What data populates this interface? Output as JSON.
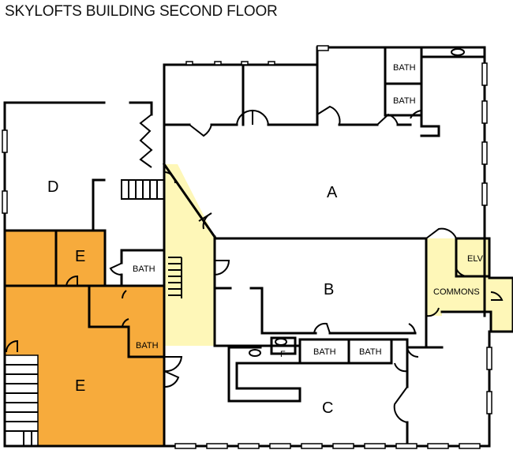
{
  "title": "SKYLOFTS BUILDING SECOND FLOOR",
  "rooms": {
    "a": "A",
    "b": "B",
    "c": "C",
    "d": "D",
    "e_upper": "E",
    "e_lower": "E",
    "bath_top_1": "BATH",
    "bath_top_2": "BATH",
    "bath_e": "BATH",
    "bath_e_small": "BATH",
    "bath_mid_1": "BATH",
    "bath_mid_2": "BATH",
    "elv": "ELV",
    "commons": "COMMONS",
    "f": "F"
  },
  "colors": {
    "unit_e": "#f7ab3c",
    "common_area": "#fef7b8",
    "walls": "#000000"
  }
}
